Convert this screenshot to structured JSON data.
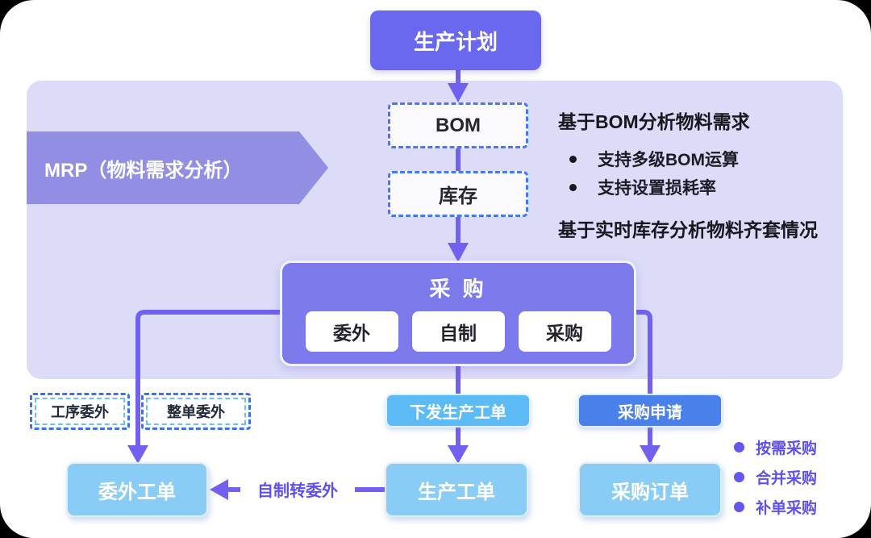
{
  "diagram": {
    "top_node": "生产计划",
    "mrp_banner": "MRP（物料需求分析）",
    "bom_node": "BOM",
    "inventory_node": "库存",
    "notes": {
      "heading_bom": "基于BOM分析物料需求",
      "bom_bullets": [
        "支持多级BOM运算",
        "支持设置损耗率"
      ],
      "heading_inventory": "基于实时库存分析物料齐套情况"
    },
    "purchase": {
      "title": "采 购",
      "options": [
        "委外",
        "自制",
        "采购"
      ]
    },
    "outsource_tags": [
      "工序委外",
      "整单委外"
    ],
    "mid_nodes": {
      "issue_production_order": "下发生产工单",
      "purchase_request": "采购申请"
    },
    "bottom_nodes": {
      "outsource_work_order": "委外工单",
      "production_work_order": "生产工单",
      "purchase_order": "采购订单"
    },
    "transfer_arrow_label": "自制转委外",
    "purchase_order_features": [
      "按需采购",
      "合并采购",
      "补单采购"
    ],
    "colors": {
      "node_purple": "#6b68f0",
      "container_lavender": "#dcdbf8",
      "banner_purple": "#918ee3",
      "purchase_purple": "#7c79ec",
      "arrow_purple": "#7260f0",
      "light_blue": "#89ccf6",
      "issue_blue": "#5cbbf5",
      "request_blue": "#4a80e9",
      "dashed_border_blue": "#3f6ff2",
      "accent_text_purple": "#5f50ee"
    }
  }
}
